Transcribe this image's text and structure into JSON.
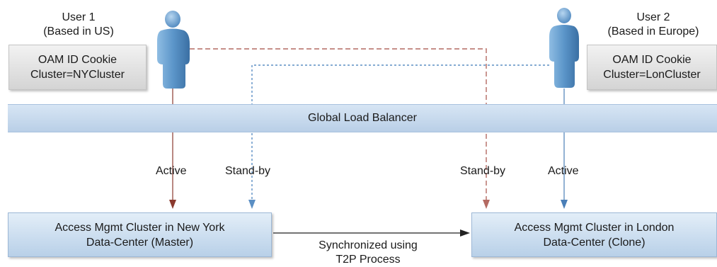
{
  "users": {
    "user1": {
      "name": "User 1",
      "location": "(Based in US)"
    },
    "user2": {
      "name": "User 2",
      "location": "(Based in Europe)"
    }
  },
  "cookies": {
    "user1": {
      "line1": "OAM ID Cookie",
      "line2": "Cluster=NYCluster"
    },
    "user2": {
      "line1": "OAM ID Cookie",
      "line2": "Cluster=LonCluster"
    }
  },
  "load_balancer": {
    "label": "Global Load Balancer"
  },
  "connections": {
    "user1_active": "Active",
    "user1_standby": "Stand-by",
    "user2_standby": "Stand-by",
    "user2_active": "Active"
  },
  "clusters": {
    "ny": {
      "line1": "Access Mgmt Cluster in New York",
      "line2": "Data-Center (Master)"
    },
    "london": {
      "line1": "Access Mgmt Cluster in London",
      "line2": "Data-Center (Clone)"
    }
  },
  "sync": {
    "line1": "Synchronized using",
    "line2": "T2P Process"
  },
  "colors": {
    "active_red": "#8b3a2e",
    "standby_red": "#b46a62",
    "standby_blue": "#5b8fc4",
    "active_blue": "#4a7fb8",
    "person_blue": "#5b95c9"
  }
}
